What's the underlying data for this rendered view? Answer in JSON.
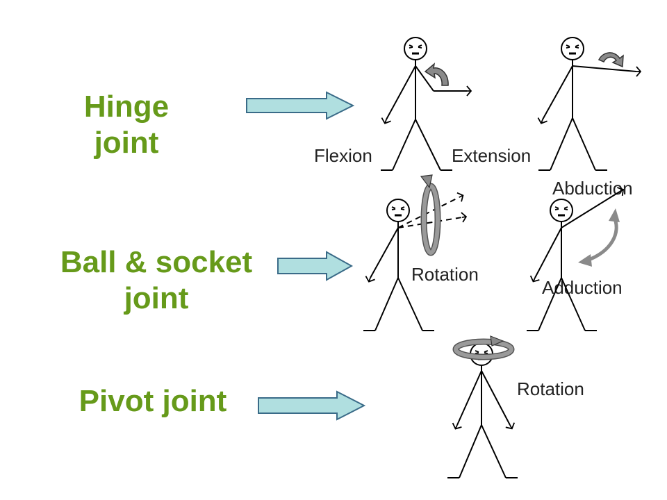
{
  "headings": {
    "hinge_line1": "Hinge",
    "hinge_line2": "joint",
    "ball_line1": "Ball & socket",
    "ball_line2": "joint",
    "pivot": "Pivot joint"
  },
  "labels": {
    "flexion": "Flexion",
    "extension": "Extension",
    "abduction": "Abduction",
    "rotation_ball": "Rotation",
    "adduction": "Adduction",
    "rotation_pivot": "Rotation"
  },
  "colors": {
    "heading": "#669a1a",
    "arrow_fill": "#b0dfe0",
    "arrow_stroke": "#3a6b88",
    "motion_arrow": "#8a8a8a",
    "figure_stroke": "#000000"
  },
  "icons": {
    "arrow": "block-arrow-right",
    "motion": "curved-arrow",
    "figure": "stick-figure"
  }
}
